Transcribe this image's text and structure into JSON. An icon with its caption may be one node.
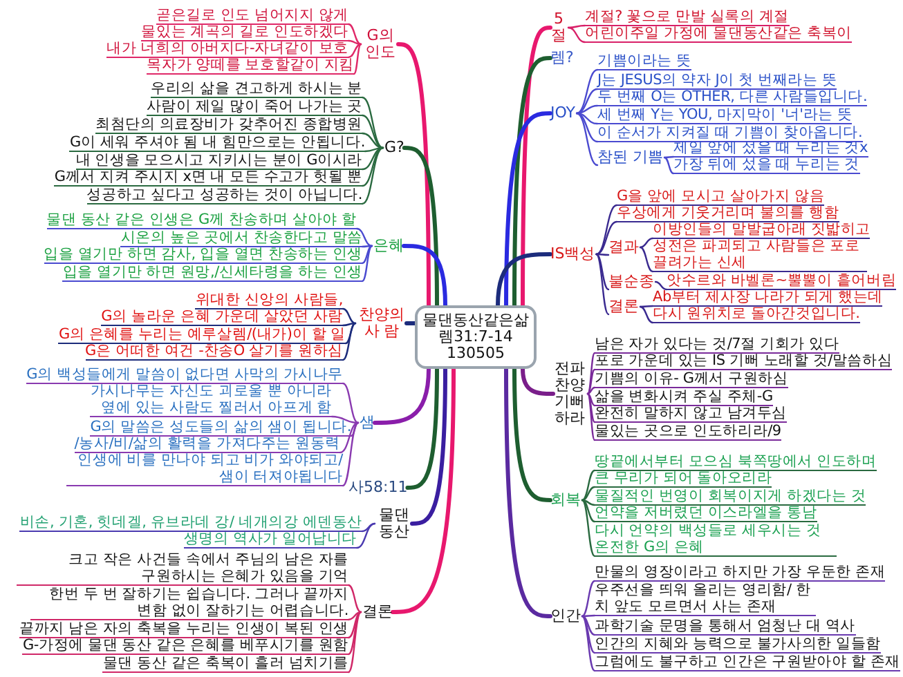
{
  "diagram": {
    "nodes": [
      {
        "text": [
          "물댄동산같은삶",
          "렘31:7-14",
          "130505"
        ]
      },
      {
        "text": [
          "5 절"
        ]
      },
      {
        "text": [
          "계절? 꽃으로 만발 실록의 계절"
        ]
      },
      {
        "text": [
          "어린이주일 가정에 물댄동산같은 축복이"
        ]
      },
      {
        "text": [
          "렘?"
        ]
      },
      {
        "text": [
          "JOY"
        ]
      },
      {
        "text": [
          "기쁨이라는 뜻"
        ]
      },
      {
        "text": [
          "J는 JESUS의 약자 J이 첫 번째라는 뜻"
        ]
      },
      {
        "text": [
          "두 번째 O는 OTHER, 다른 사람들입니다."
        ]
      },
      {
        "text": [
          "세 번째 Y는 YOU, 마지막이 '너'라는 뜻"
        ]
      },
      {
        "text": [
          "이 순서가 지켜질 때 기쁨이 찾아옵니다."
        ]
      },
      {
        "text": [
          "참된 기쁨"
        ]
      },
      {
        "text": [
          "제일 앞에 섰을 때 누리는 것x"
        ]
      },
      {
        "text": [
          "가장 뒤에 섰을 때 누리는 것"
        ]
      },
      {
        "text": [
          "IS백성"
        ]
      },
      {
        "text": [
          "G을 앞에 모시고 살아가지 않음"
        ]
      },
      {
        "text": [
          "우상에게 기웃거리며 불의를 행함"
        ]
      },
      {
        "text": [
          "결과"
        ]
      },
      {
        "text": [
          "이방인들의 말발굽아래 짓밟히고"
        ]
      },
      {
        "text": [
          "성전은 파괴되고 사람들은 포로 끌려가는 신세"
        ]
      },
      {
        "text": [
          "불순종"
        ]
      },
      {
        "text": [
          "앗수르와 바벨론~뿔뿔이 흩어버림"
        ]
      },
      {
        "text": [
          "결론"
        ]
      },
      {
        "text": [
          "Ab부터 제사장 나라가 되게 했는데"
        ]
      },
      {
        "text": [
          "다시 원위치로 돌아간것입니다."
        ]
      },
      {
        "text": [
          "전파 찬양 기뻐 하라"
        ]
      },
      {
        "text": [
          "남은 자가 있다는 것/7절 기회가 있다"
        ]
      },
      {
        "text": [
          "포로 가운데 있는 IS 기뻐 노래할 것/말씀하심"
        ]
      },
      {
        "text": [
          "기쁨의 이유- G께서 구원하심"
        ]
      },
      {
        "text": [
          "삶을 변화시켜 주실 주체-G"
        ]
      },
      {
        "text": [
          "완전히 말하지 않고 남겨두심"
        ]
      },
      {
        "text": [
          "물있는 곳으로 인도하리라/9"
        ]
      },
      {
        "text": [
          "회복"
        ]
      },
      {
        "text": [
          "땅끝에서부터 모으심 북쪽땅에서 인도하며"
        ]
      },
      {
        "text": [
          "큰 무리가 되어 돌아오리라"
        ]
      },
      {
        "text": [
          "물질적인 번영이 회복이지게 하겠다는 것"
        ]
      },
      {
        "text": [
          "언약을 저버렸던 이스라엘을 통남"
        ]
      },
      {
        "text": [
          "다시 언약의 백성들로 세우시는 것 온전한 G의 은혜"
        ]
      },
      {
        "text": [
          "인간"
        ]
      },
      {
        "text": [
          "만물의 영장이라고 하지만 가장 우둔한 존재"
        ]
      },
      {
        "text": [
          "우주선을 띄워 올리는 영리함/ 한 치 앞도 모르면서 사는 존재"
        ]
      },
      {
        "text": [
          "과학기술 문명을 통해서 엄청난 대 역사"
        ]
      },
      {
        "text": [
          "인간의 지혜와 능력으로 불가사의한 일들함"
        ]
      },
      {
        "text": [
          "그럼에도 불구하고 인간은 구원받아야 할 존재"
        ]
      },
      {
        "text": [
          "G의 인도"
        ]
      },
      {
        "text": [
          "곧은길로 인도 넘어지지 않게"
        ]
      },
      {
        "text": [
          "물있는 계곡의 길로 인도하겠다"
        ]
      },
      {
        "text": [
          "내가 너희의 아버지다-자녀같이 보호"
        ]
      },
      {
        "text": [
          "목자가 양떼를 보호할같이 지킴"
        ]
      },
      {
        "text": [
          "G?"
        ]
      },
      {
        "text": [
          "우리의 삶을 견고하게 하시는 분"
        ]
      },
      {
        "text": [
          "사람이 제일 많이 죽어 나가는 곳"
        ]
      },
      {
        "text": [
          "최첨단의 의료장비가 갖추어진 종합병원"
        ]
      },
      {
        "text": [
          "G이 세워 주셔야 됨 내 힘만으로는 안됩니다."
        ]
      },
      {
        "text": [
          "내 인생을 모으시고 지키시는 분이 G이시라"
        ]
      },
      {
        "text": [
          "G께서 지켜 주시지 x면 내 모든 수고가 헛될 뿐"
        ]
      },
      {
        "text": [
          "성공하고 싶다고 성공하는 것이 아닙니다."
        ]
      },
      {
        "text": [
          "은혜"
        ]
      },
      {
        "text": [
          "물댄 동산 같은 인생은 G께 찬송하며 살아야 할"
        ]
      },
      {
        "text": [
          "시온의 높은 곳에서 찬송한다고 말씀"
        ]
      },
      {
        "text": [
          "입을 열기만 하면 감사, 입을 열면 찬송하는 인생"
        ]
      },
      {
        "text": [
          "입을 열기만 하면 원망,/신세타령을 하는 인생"
        ]
      },
      {
        "text": [
          "찬양의 사 람"
        ]
      },
      {
        "text": [
          "위대한 신앙의 사람들,"
        ]
      },
      {
        "text": [
          "G의 놀라운 은혜 가운데 살았던 사람"
        ]
      },
      {
        "text": [
          "G의 은혜를 누리는 예루살렘/(내가)이 할 일"
        ]
      },
      {
        "text": [
          "G은 어떠한 여건 -찬송O 살기를 원하심"
        ]
      },
      {
        "text": [
          "샘"
        ]
      },
      {
        "text": [
          "G의 백성들에게 말씀이 없다면 사막의 가시나무"
        ]
      },
      {
        "text": [
          "가시나무는 자신도 괴로울 뿐 아니라 옆에 있는 사람도 찔러서 아프게 함"
        ]
      },
      {
        "text": [
          "G의 말씀은 성도들의 삶의 샘이 됩니다."
        ]
      },
      {
        "text": [
          "/농사/비/삶의 활력을 가져다주는 원동력"
        ]
      },
      {
        "text": [
          "인생에 비를 만나야 되고 비가 와야되고/ 샘이 터져야됩니다"
        ]
      },
      {
        "text": [
          "사58:11"
        ]
      },
      {
        "text": [
          "물댄 동산"
        ]
      },
      {
        "text": [
          "비손, 기혼, 힛데겔, 유브라데 강/ 네개의강 에덴동산"
        ]
      },
      {
        "text": [
          "생명의 역사가 일어납니다"
        ]
      },
      {
        "text": [
          "결론"
        ]
      },
      {
        "text": [
          "크고 작은 사건들 속에서 주님의 남은 자를 구원하시는 은혜가 있음을 기억"
        ]
      },
      {
        "text": [
          "한번 두 번 잘하기는 쉽습니다. 그러나 끝까지 변함 없이 잘하기는 어렵습니다."
        ]
      },
      {
        "text": [
          "끝까지 남은 자의 축복을 누리는 인생이 복된 인생"
        ]
      },
      {
        "text": [
          "G-가정에 물댄 동산 같은 은혜를 베푸시기를 원함"
        ]
      },
      {
        "text": [
          "물댄 동산 같은 축복이 흘러 넘치기를"
        ]
      }
    ],
    "edges": [
      {
        "from": 0,
        "to": 1,
        "arrow": "none",
        "style": "thick",
        "color": "#e8186e"
      },
      {
        "from": 0,
        "to": 4,
        "arrow": "none",
        "style": "thick",
        "color": "#1e5e30"
      },
      {
        "from": 0,
        "to": 5,
        "arrow": "none",
        "style": "thick",
        "color": "#2a2ae0"
      },
      {
        "from": 0,
        "to": 14,
        "arrow": "none",
        "style": "thick",
        "color": "#1c2c7c"
      },
      {
        "from": 0,
        "to": 25,
        "arrow": "none",
        "style": "thick",
        "color": "#7a1e8a"
      },
      {
        "from": 0,
        "to": 32,
        "arrow": "none",
        "style": "thick",
        "color": "#1e5e30"
      },
      {
        "from": 0,
        "to": 38,
        "arrow": "none",
        "style": "thick",
        "color": "#5a2aa0"
      },
      {
        "from": 0,
        "to": 44,
        "arrow": "none",
        "style": "thick",
        "color": "#e8186e"
      },
      {
        "from": 0,
        "to": 49,
        "arrow": "none",
        "style": "thick",
        "color": "#1e5e30"
      },
      {
        "from": 0,
        "to": 57,
        "arrow": "none",
        "style": "thick",
        "color": "#2a2ae0"
      },
      {
        "from": 0,
        "to": 62,
        "arrow": "none",
        "style": "thick",
        "color": "#1c2c7c"
      },
      {
        "from": 0,
        "to": 67,
        "arrow": "none",
        "style": "thick",
        "color": "#8a1eaa"
      },
      {
        "from": 0,
        "to": 73,
        "arrow": "none",
        "style": "thick",
        "color": "#1e5e30"
      },
      {
        "from": 0,
        "to": 74,
        "arrow": "none",
        "style": "thick",
        "color": "#3a1ea0"
      },
      {
        "from": 0,
        "to": 77,
        "arrow": "none",
        "style": "thick",
        "color": "#e8186e"
      },
      {
        "from": 1,
        "to": 2,
        "arrow": "none",
        "color": "#d82068"
      },
      {
        "from": 1,
        "to": 3,
        "arrow": "none",
        "color": "#d82068"
      },
      {
        "from": 5,
        "to": 6,
        "arrow": "none",
        "color": "#4a4ad0"
      },
      {
        "from": 5,
        "to": 7,
        "arrow": "none",
        "color": "#4a4ad0"
      },
      {
        "from": 5,
        "to": 8,
        "arrow": "none",
        "color": "#4a4ad0"
      },
      {
        "from": 5,
        "to": 9,
        "arrow": "none",
        "color": "#4a4ad0"
      },
      {
        "from": 5,
        "to": 10,
        "arrow": "none",
        "color": "#4a4ad0"
      },
      {
        "from": 5,
        "to": 11,
        "arrow": "none",
        "color": "#4a4ad0"
      },
      {
        "from": 11,
        "to": 12,
        "arrow": "none",
        "color": "#4a4ad0"
      },
      {
        "from": 11,
        "to": 13,
        "arrow": "none",
        "color": "#4a4ad0"
      },
      {
        "from": 14,
        "to": 15,
        "arrow": "none",
        "color": "#3a2a90"
      },
      {
        "from": 14,
        "to": 16,
        "arrow": "none",
        "color": "#3a2a90"
      },
      {
        "from": 14,
        "to": 17,
        "arrow": "none",
        "color": "#3a2a90"
      },
      {
        "from": 17,
        "to": 18,
        "arrow": "none",
        "color": "#3a2a90"
      },
      {
        "from": 17,
        "to": 19,
        "arrow": "none",
        "color": "#3a2a90"
      },
      {
        "from": 14,
        "to": 20,
        "arrow": "none",
        "color": "#3a2a90"
      },
      {
        "from": 20,
        "to": 21,
        "arrow": "none",
        "color": "#3a2a90"
      },
      {
        "from": 14,
        "to": 22,
        "arrow": "none",
        "color": "#3a2a90"
      },
      {
        "from": 22,
        "to": 23,
        "arrow": "none",
        "color": "#3a2a90"
      },
      {
        "from": 22,
        "to": 24,
        "arrow": "none",
        "color": "#3a2a90"
      },
      {
        "from": 25,
        "to": 26,
        "arrow": "none",
        "color": "#7a2a9a"
      },
      {
        "from": 25,
        "to": 27,
        "arrow": "none",
        "color": "#7a2a9a"
      },
      {
        "from": 25,
        "to": 28,
        "arrow": "none",
        "color": "#7a2a9a"
      },
      {
        "from": 25,
        "to": 29,
        "arrow": "none",
        "color": "#7a2a9a"
      },
      {
        "from": 25,
        "to": 30,
        "arrow": "none",
        "color": "#7a2a9a"
      },
      {
        "from": 25,
        "to": 31,
        "arrow": "none",
        "color": "#7a2a9a"
      },
      {
        "from": 32,
        "to": 33,
        "arrow": "none",
        "color": "#2a6a40"
      },
      {
        "from": 32,
        "to": 34,
        "arrow": "none",
        "color": "#2a6a40"
      },
      {
        "from": 32,
        "to": 35,
        "arrow": "none",
        "color": "#2a6a40"
      },
      {
        "from": 32,
        "to": 36,
        "arrow": "none",
        "color": "#2a6a40"
      },
      {
        "from": 32,
        "to": 37,
        "arrow": "none",
        "color": "#2a6a40"
      },
      {
        "from": 38,
        "to": 39,
        "arrow": "none",
        "color": "#6a3ab0"
      },
      {
        "from": 38,
        "to": 40,
        "arrow": "none",
        "color": "#6a3ab0"
      },
      {
        "from": 38,
        "to": 41,
        "arrow": "none",
        "color": "#6a3ab0"
      },
      {
        "from": 38,
        "to": 42,
        "arrow": "none",
        "color": "#6a3ab0"
      },
      {
        "from": 38,
        "to": 43,
        "arrow": "none",
        "color": "#6a3ab0"
      },
      {
        "from": 44,
        "to": 45,
        "arrow": "none",
        "color": "#e02868"
      },
      {
        "from": 44,
        "to": 46,
        "arrow": "none",
        "color": "#e02868"
      },
      {
        "from": 44,
        "to": 47,
        "arrow": "none",
        "color": "#e02868"
      },
      {
        "from": 44,
        "to": 48,
        "arrow": "none",
        "color": "#e02868"
      },
      {
        "from": 49,
        "to": 50,
        "arrow": "none",
        "color": "#2a6a40"
      },
      {
        "from": 49,
        "to": 51,
        "arrow": "none",
        "color": "#2a6a40"
      },
      {
        "from": 49,
        "to": 52,
        "arrow": "none",
        "color": "#2a6a40"
      },
      {
        "from": 49,
        "to": 53,
        "arrow": "none",
        "color": "#2a6a40"
      },
      {
        "from": 49,
        "to": 54,
        "arrow": "none",
        "color": "#2a6a40"
      },
      {
        "from": 49,
        "to": 55,
        "arrow": "none",
        "color": "#2a6a40"
      },
      {
        "from": 49,
        "to": 56,
        "arrow": "none",
        "color": "#2a6a40"
      },
      {
        "from": 57,
        "to": 58,
        "arrow": "none",
        "color": "#4a4ad0"
      },
      {
        "from": 57,
        "to": 59,
        "arrow": "none",
        "color": "#4a4ad0"
      },
      {
        "from": 57,
        "to": 60,
        "arrow": "none",
        "color": "#4a4ad0"
      },
      {
        "from": 57,
        "to": 61,
        "arrow": "none",
        "color": "#4a4ad0"
      },
      {
        "from": 62,
        "to": 63,
        "arrow": "none",
        "color": "#1c2c7c"
      },
      {
        "from": 62,
        "to": 64,
        "arrow": "none",
        "color": "#1c2c7c"
      },
      {
        "from": 62,
        "to": 65,
        "arrow": "none",
        "color": "#1c2c7c"
      },
      {
        "from": 62,
        "to": 66,
        "arrow": "none",
        "color": "#1c2c7c"
      },
      {
        "from": 67,
        "to": 68,
        "arrow": "none",
        "color": "#8a3ab0"
      },
      {
        "from": 67,
        "to": 69,
        "arrow": "none",
        "color": "#8a3ab0"
      },
      {
        "from": 67,
        "to": 70,
        "arrow": "none",
        "color": "#8a3ab0"
      },
      {
        "from": 67,
        "to": 71,
        "arrow": "none",
        "color": "#8a3ab0"
      },
      {
        "from": 67,
        "to": 72,
        "arrow": "none",
        "color": "#8a3ab0"
      },
      {
        "from": 74,
        "to": 75,
        "arrow": "none",
        "color": "#4a3ab0"
      },
      {
        "from": 74,
        "to": 76,
        "arrow": "none",
        "color": "#4a3ab0"
      },
      {
        "from": 77,
        "to": 78,
        "arrow": "none",
        "color": "#d02868"
      },
      {
        "from": 77,
        "to": 79,
        "arrow": "none",
        "color": "#d02868"
      },
      {
        "from": 77,
        "to": 80,
        "arrow": "none",
        "color": "#d02868"
      },
      {
        "from": 77,
        "to": 81,
        "arrow": "none",
        "color": "#d02868"
      },
      {
        "from": 77,
        "to": 82,
        "arrow": "none",
        "color": "#d02868"
      }
    ]
  }
}
